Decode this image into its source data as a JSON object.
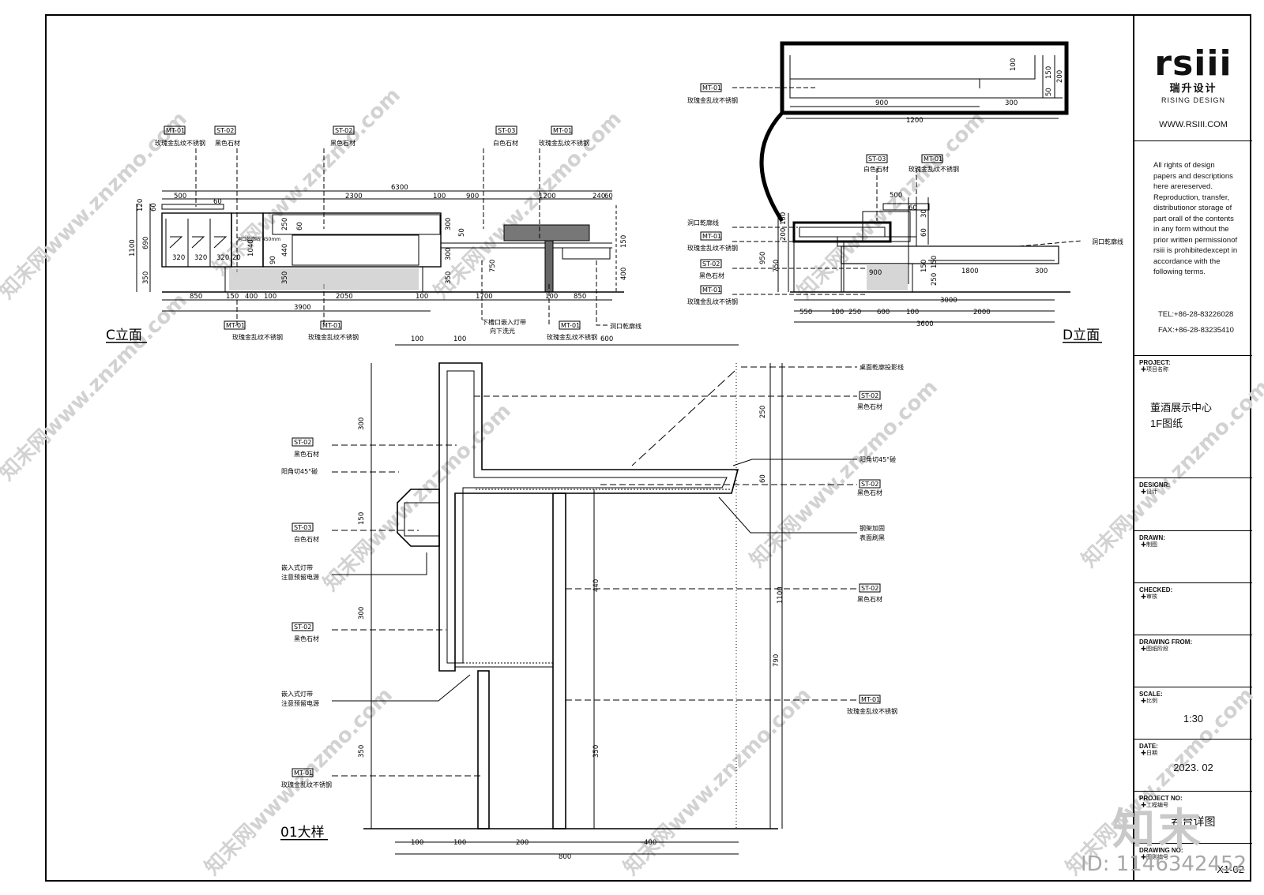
{
  "views": {
    "c_elevation": {
      "title": "C立面",
      "dims_top": [
        "500",
        "60",
        "2300",
        "100",
        "900",
        "1200",
        "240",
        "60"
      ],
      "dim_overall_top": "6300",
      "dims_bottom": [
        "850",
        "150",
        "400",
        "100",
        "2050",
        "100",
        "1700",
        "100",
        "850"
      ],
      "dim_overall_bottom": "3900",
      "dims_left": [
        "120",
        "60",
        "690",
        "1100",
        "350"
      ],
      "dims_inner": [
        "320",
        "320",
        "320",
        "20",
        "1040",
        "250",
        "60",
        "300",
        "440",
        "350",
        "90",
        "50",
        "300",
        "750",
        "350",
        "150",
        "400"
      ],
      "callouts_top": [
        {
          "code": "MT-01",
          "text": "玫瑰金乱纹不锈钢"
        },
        {
          "code": "ST-02",
          "text": "黑色石材"
        },
        {
          "code": "ST-02",
          "text": "黑色石材"
        },
        {
          "code": "ST-03",
          "text": "白色石材"
        },
        {
          "code": "MT-01",
          "text": "玫瑰金乱纹不锈钢"
        }
      ],
      "callouts_bottom": [
        {
          "code": "MT-01",
          "text": "玫瑰金乱纹不锈钢"
        },
        {
          "code": "MT-01",
          "text": "玫瑰金乱纹不锈钢"
        },
        {
          "code": "",
          "text": "下槽口嵌入灯带"
        },
        {
          "code": "",
          "text": "向下洗光"
        },
        {
          "code": "MT-01",
          "text": "玫瑰金乱纹不锈钢"
        },
        {
          "code": "",
          "text": "洞口乾廓线"
        }
      ],
      "note_tiny": "洞口乾廓线 450mm"
    },
    "d_elevation": {
      "title": "D立面",
      "dims_top": [
        "900",
        "300",
        "1200",
        "100",
        "150",
        "200",
        "50"
      ],
      "dims_bottom": [
        "550",
        "100",
        "250",
        "600",
        "100",
        "2000"
      ],
      "dim_overall_3000": "3000",
      "dim_overall_bottom": "3600",
      "dims_left": [
        "150",
        "200",
        "950",
        "750"
      ],
      "dims_inner": [
        "500",
        "60",
        "30",
        "60",
        "150",
        "1800",
        "300",
        "250",
        "150",
        "900",
        "300"
      ],
      "callouts_left": [
        {
          "code": "MT-01",
          "text": "玫瑰金乱纹不锈钢"
        },
        {
          "code": "",
          "text": "洞口乾廓线"
        },
        {
          "code": "MT-01",
          "text": "玫瑰金乱纹不锈钢"
        },
        {
          "code": "ST-02",
          "text": "黑色石材"
        },
        {
          "code": "MT-01",
          "text": "玫瑰金乱纹不锈钢"
        }
      ],
      "callouts_top": [
        {
          "code": "ST-03",
          "text": "白色石材"
        },
        {
          "code": "MT-01",
          "text": "玫瑰金乱纹不锈钢"
        }
      ],
      "callout_right": "洞口乾廓线"
    },
    "detail_01": {
      "title": "01大样",
      "dims_top": [
        "100",
        "100",
        "600"
      ],
      "dims_bottom": [
        "100",
        "100",
        "200",
        "400"
      ],
      "dim_overall_bottom": "800",
      "dims_left": [
        "300",
        "150",
        "300",
        "350"
      ],
      "dims_right": [
        "250",
        "60",
        "440",
        "790",
        "350"
      ],
      "dim_overall_right": "1100",
      "callouts_left": [
        {
          "code": "ST-02",
          "text": "黑色石材"
        },
        {
          "code": "",
          "text": "阳角切45°碰"
        },
        {
          "code": "ST-03",
          "text": "白色石材"
        },
        {
          "code": "",
          "text": "嵌入式灯带"
        },
        {
          "code": "",
          "text": "注意预留电源"
        },
        {
          "code": "ST-02",
          "text": "黑色石材"
        },
        {
          "code": "",
          "text": "嵌入式灯带"
        },
        {
          "code": "",
          "text": "注意预留电源"
        },
        {
          "code": "MT-01",
          "text": "玫瑰金乱纹不锈钢"
        }
      ],
      "callouts_right": [
        {
          "code": "",
          "text": "桌面乾廓投影线"
        },
        {
          "code": "ST-02",
          "text": "黑色石材"
        },
        {
          "code": "",
          "text": "阳角切45°碰"
        },
        {
          "code": "ST-02",
          "text": "黑色石材"
        },
        {
          "code": "",
          "text": "钢架加固"
        },
        {
          "code": "",
          "text": "表面刷黑"
        },
        {
          "code": "ST-02",
          "text": "黑色石材"
        },
        {
          "code": "MT-01",
          "text": "玫瑰金乱纹不锈钢"
        }
      ]
    }
  },
  "title_block": {
    "brand": "rsiii",
    "brand_cn": "瑞升设计",
    "brand_en": "RISING DESIGN",
    "url": "WWW.RSIII.COM",
    "rights_text": "All rights of design papers and descriptions here arereserved. Reproduction, transfer, distributionor storage of part orall of the contents in any form without the prior written permissionof rsiii is prohibitedexcept in accordance with the following terms.",
    "tel": "TEL:+86-28-83226028",
    "fax": "FAX:+86-28-83235410",
    "project_label": "PROJECT:",
    "project_sub": "✚项目名称",
    "project_name_1": "董酒展示中心",
    "project_name_2": "1F图纸",
    "designer_label": "DESIGNR:",
    "designer_sub": "✚设计",
    "drawn_label": "DRAWN:",
    "drawn_sub": "✚制图",
    "checked_label": "CHECKED:",
    "checked_sub": "✚审核",
    "from_label": "DRAWING FROM:",
    "from_sub": "✚图纸阶段",
    "scale_label": "SCALE:",
    "scale_sub": "✚比例",
    "scale_value": "1:30",
    "date_label": "DATE:",
    "date_sub": "✚日期",
    "date_value": "2023. 02",
    "projno_label": "PROJECT NO:",
    "projno_sub": "✚工程编号",
    "projno_value": "吞台详图",
    "drawno_label": "DRAWING NO:",
    "drawno_sub": "✚图则编号",
    "drawno_value": "X1-02"
  },
  "watermark": {
    "text": "知末",
    "id": "ID: 1146342452",
    "diag": "知末网www.znzmo.com"
  }
}
